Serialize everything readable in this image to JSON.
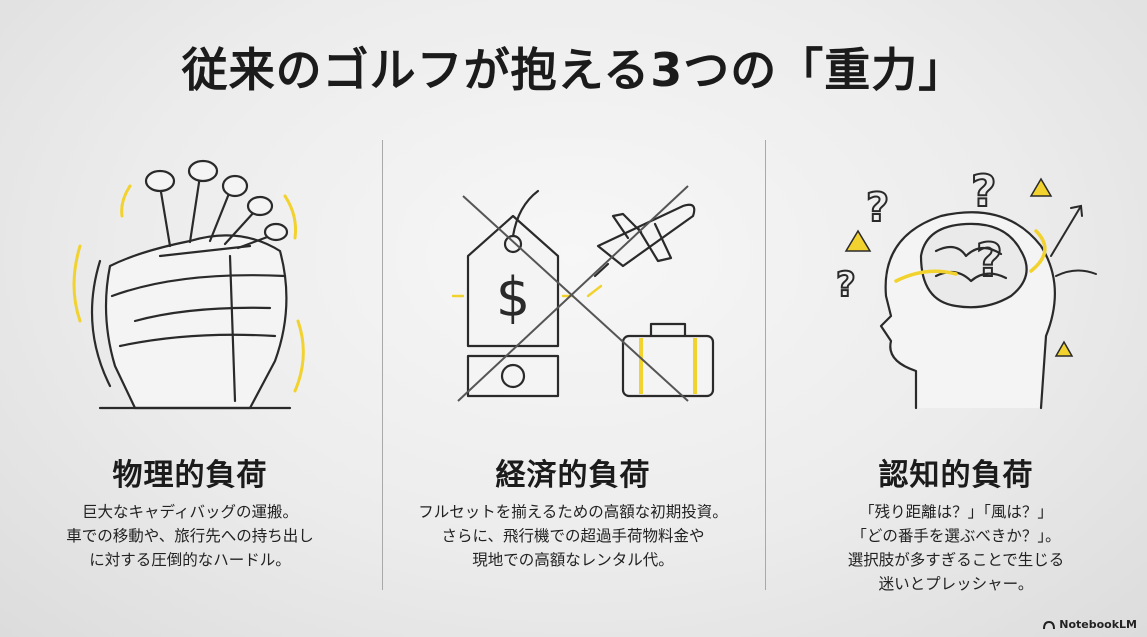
{
  "title": "従来のゴルフが抱える3つの「重力」",
  "columns": [
    {
      "heading": "物理的負荷",
      "lines": [
        "巨大なキャディバッグの運搬。",
        "車での移動や、旅行先への持ち出し",
        "に対する圧倒的なハードル。"
      ],
      "icon": "golf-bag-icon"
    },
    {
      "heading": "経済的負荷",
      "lines": [
        "フルセットを揃えるための高額な初期投資。",
        "さらに、飛行機での超過手荷物料金や",
        "現地での高額なレンタル代。"
      ],
      "icon": "price-tag-plane-suitcase-icon"
    },
    {
      "heading": "認知的負荷",
      "lines": [
        "「残り距離は？」「風は？」",
        "「どの番手を選ぶべきか？」。",
        "選択肢が多すぎることで生じる",
        "迷いとプレッシャー。"
      ],
      "icon": "head-brain-question-icon"
    }
  ],
  "brand": "NotebookLM",
  "colors": {
    "accent": "#f2d22e",
    "ink": "#1b1b1b",
    "line": "#a9a9a9"
  }
}
